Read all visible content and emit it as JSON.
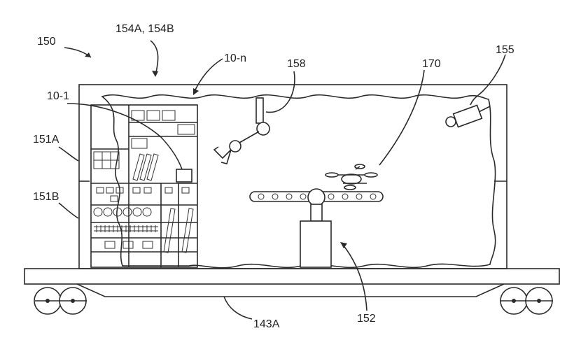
{
  "labels": {
    "ref_150": "150",
    "ref_154": "154A, 154B",
    "ref_10n": "10-n",
    "ref_158": "158",
    "ref_170": "170",
    "ref_155": "155",
    "ref_10_1": "10-1",
    "ref_151a": "151A",
    "ref_151b": "151B",
    "ref_152": "152",
    "ref_143a": "143A"
  }
}
